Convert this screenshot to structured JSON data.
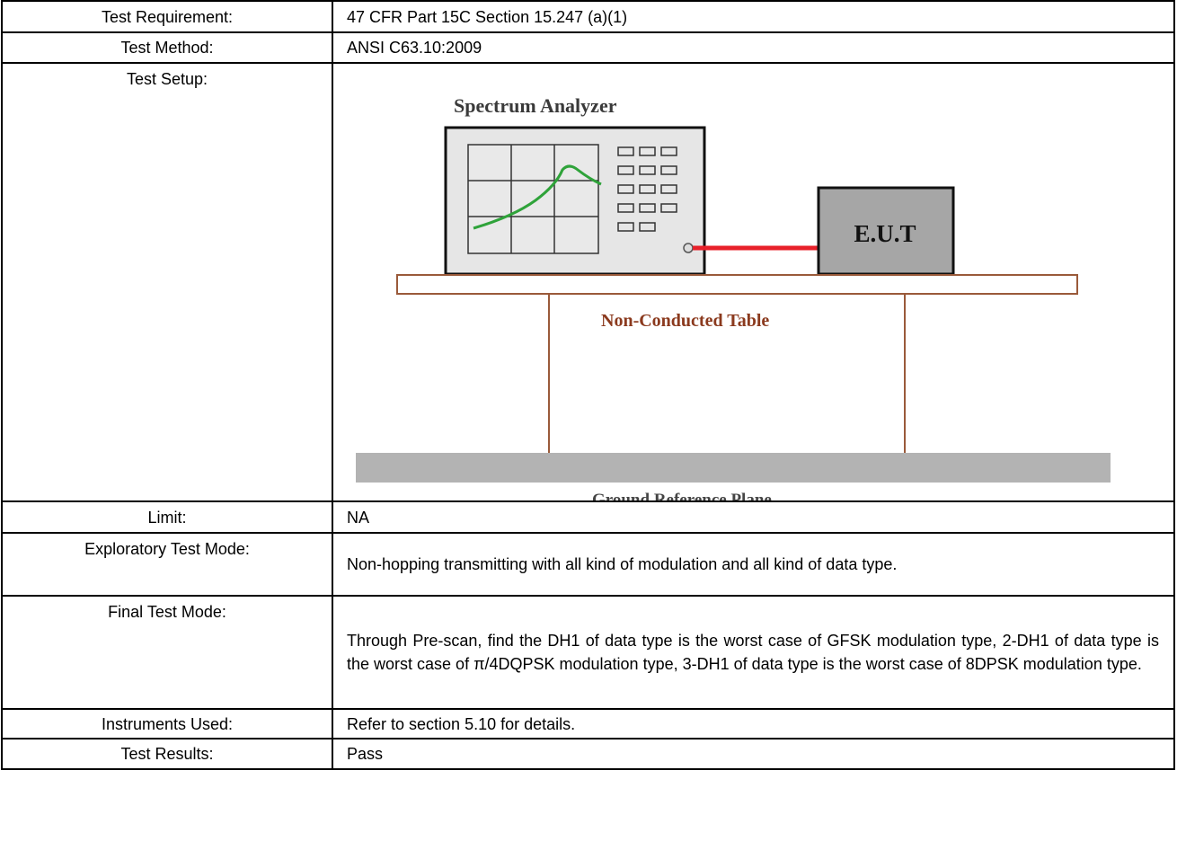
{
  "rows": {
    "requirement": {
      "label": "Test Requirement:",
      "value": "47 CFR Part 15C Section 15.247 (a)(1)"
    },
    "method": {
      "label": "Test Method:",
      "value": "ANSI C63.10:2009"
    },
    "setup": {
      "label": "Test Setup:",
      "diagram": {
        "analyzer_label": "Spectrum Analyzer",
        "eut_label": "E.U.T",
        "table_label": "Non-Conducted Table",
        "ground_label": "Ground Reference Plane",
        "colors": {
          "trace": "#2fa33a",
          "cable": "#e8202a",
          "table_label": "#8b3a1e",
          "table": "#9a5a3a",
          "ground": "#b3b3b3",
          "eut": "#a6a6a6",
          "analyzer": "#e6e6e6"
        }
      }
    },
    "limit": {
      "label": "Limit:",
      "value": "NA"
    },
    "exploratory": {
      "label": "Exploratory Test Mode:",
      "value": "Non-hopping transmitting with all kind of modulation and all kind of data type."
    },
    "final": {
      "label": "Final Test Mode:",
      "value": "Through Pre-scan, find the DH1 of data type is the worst case of GFSK modulation type, 2-DH1 of data type is the worst case of π/4DQPSK modulation type, 3-DH1 of data type is the worst case of 8DPSK modulation type."
    },
    "instruments": {
      "label": "Instruments Used:",
      "value": "Refer to section 5.10 for details."
    },
    "results": {
      "label": "Test Results:",
      "value": "Pass"
    }
  }
}
